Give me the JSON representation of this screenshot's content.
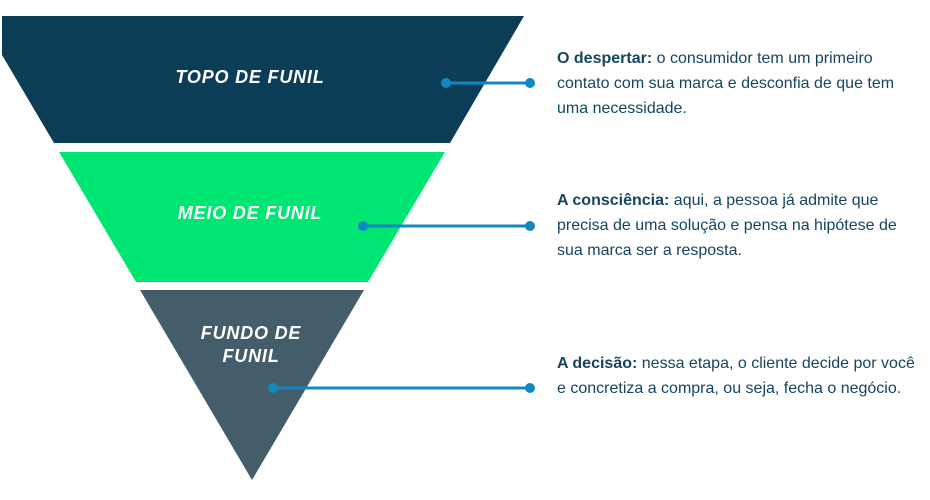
{
  "diagram": {
    "type": "funnel-infographic",
    "colors": {
      "stage_top": "#0b3d57",
      "stage_middle": "#00e672",
      "stage_bottom": "#435e6a",
      "connector": "#1287c2",
      "label_text": "#ffffff",
      "description_text": "#15455f",
      "background": "#ffffff"
    },
    "stages": [
      {
        "label": "TOPO DE FUNIL",
        "lead": "O despertar:",
        "description": "o consumidor tem um primeiro contato com sua marca e desconfia de que tem uma necessidade."
      },
      {
        "label": "MEIO DE FUNIL",
        "lead": "A consciência:",
        "description": "aqui, a pessoa já admite que precisa de uma solução e pensa na hipótese de sua marca ser a resposta."
      },
      {
        "label": "FUNDO DE FUNIL",
        "lead": "A decisão:",
        "description": "nessa etapa, o cliente decide por você e concretiza a compra, ou seja, fecha o negócio."
      }
    ]
  }
}
